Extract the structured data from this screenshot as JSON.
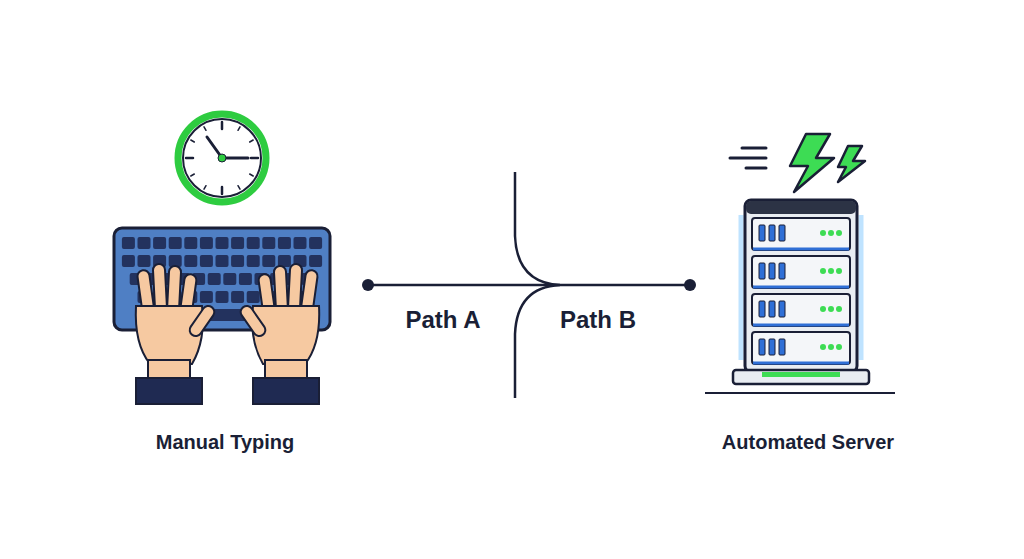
{
  "diagram": {
    "nodes": [
      {
        "text": [
          "Manual Typing"
        ]
      },
      {
        "text": [
          "Automated Server"
        ]
      }
    ],
    "edges": [
      {
        "from": 0,
        "to": 1,
        "arrow": "none"
      }
    ],
    "labels": [
      "Path A",
      "Path B"
    ]
  }
}
